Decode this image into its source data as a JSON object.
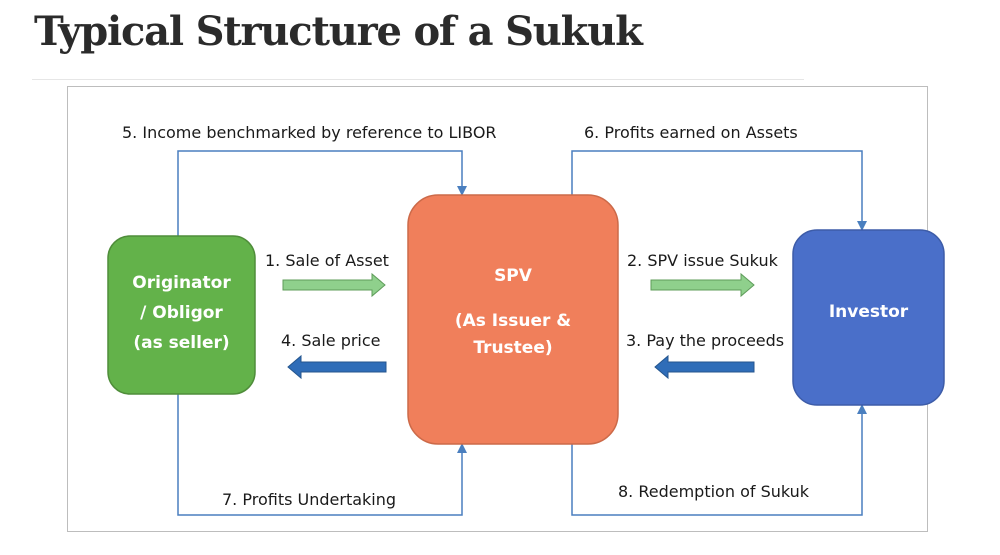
{
  "page": {
    "title": "Typical Structure of a Sukuk"
  },
  "colors": {
    "originator": "#63b24a",
    "spv": "#f07f5b",
    "investor": "#4a6fc9",
    "flow_line": "#4a7fbf",
    "green_arrow": "#8fd08c",
    "blue_arrow": "#2f6db8"
  },
  "diagram": {
    "nodes": {
      "originator": {
        "lines": [
          "Originator",
          "/ Obligor",
          "(as seller)"
        ]
      },
      "spv": {
        "lines": [
          "SPV",
          "(As Issuer &",
          "Trustee)"
        ]
      },
      "investor": {
        "lines": [
          "Investor"
        ]
      }
    },
    "flows": {
      "f1": "1. Sale of Asset",
      "f2": "2. SPV issue Sukuk",
      "f3": "3. Pay the proceeds",
      "f4": "4. Sale price",
      "f5": "5. Income benchmarked by reference to LIBOR",
      "f6": "6. Profits earned on Assets",
      "f7": "7. Profits Undertaking",
      "f8": "8. Redemption of Sukuk"
    }
  }
}
